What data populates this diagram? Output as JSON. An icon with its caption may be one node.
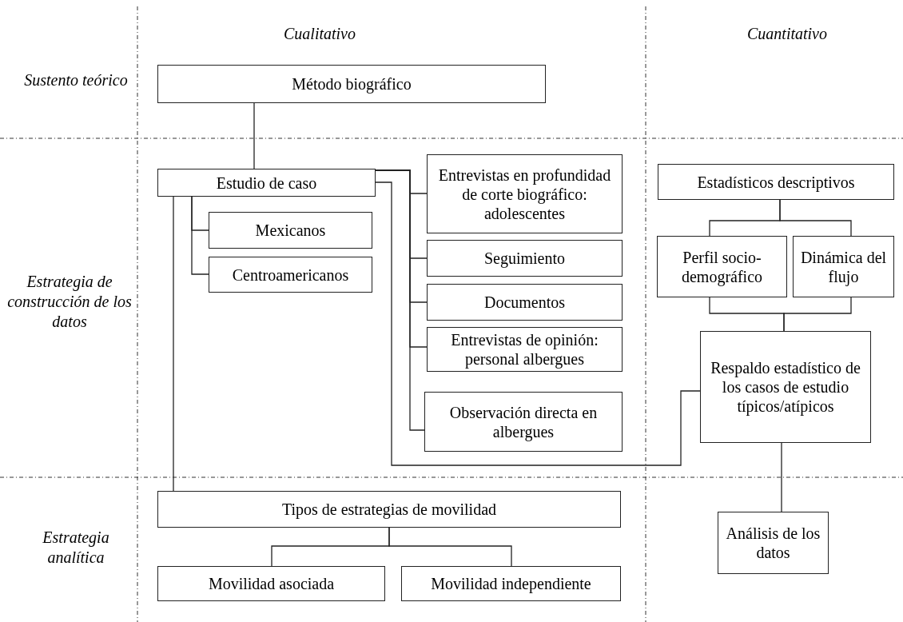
{
  "diagram": {
    "nodes": [
      {
        "text": [
          "Método biográfico"
        ]
      },
      {
        "text": [
          "Estudio de caso"
        ]
      },
      {
        "text": [
          "Entrevistas en profundidad de corte biográfico: adolescentes"
        ]
      },
      {
        "text": [
          "Estadísticos descriptivos"
        ]
      },
      {
        "text": [
          "Mexicanos"
        ]
      },
      {
        "text": [
          "Seguimiento"
        ]
      },
      {
        "text": [
          "Perfil socio-demográfico"
        ]
      },
      {
        "text": [
          "Dinámica del flujo"
        ]
      },
      {
        "text": [
          "Centroamericanos"
        ]
      },
      {
        "text": [
          "Documentos"
        ]
      },
      {
        "text": [
          "Entrevistas de opinión: personal albergues"
        ]
      },
      {
        "text": [
          "Respaldo estadístico de los casos de estudio típicos/atípicos"
        ]
      },
      {
        "text": [
          "Observación directa en albergues"
        ]
      },
      {
        "text": [
          "Tipos de estrategias de movilidad"
        ]
      },
      {
        "text": [
          "Análisis de los datos"
        ]
      },
      {
        "text": [
          "Movilidad asociada"
        ]
      },
      {
        "text": [
          "Movilidad independiente"
        ]
      }
    ],
    "edges": [
      {
        "from": 0,
        "to": 1,
        "arrow": "none"
      },
      {
        "from": 1,
        "to": 4,
        "arrow": "none"
      },
      {
        "from": 1,
        "to": 8,
        "arrow": "none"
      },
      {
        "from": 1,
        "to": 13,
        "arrow": "none"
      },
      {
        "from": 1,
        "to": 2,
        "arrow": "none"
      },
      {
        "from": 1,
        "to": 5,
        "arrow": "none"
      },
      {
        "from": 1,
        "to": 9,
        "arrow": "none"
      },
      {
        "from": 1,
        "to": 10,
        "arrow": "none"
      },
      {
        "from": 1,
        "to": 12,
        "arrow": "none"
      },
      {
        "from": 1,
        "to": 11,
        "arrow": "none"
      },
      {
        "from": 3,
        "to": 6,
        "arrow": "none"
      },
      {
        "from": 3,
        "to": 7,
        "arrow": "none"
      },
      {
        "from": 6,
        "to": 11,
        "arrow": "none"
      },
      {
        "from": 7,
        "to": 11,
        "arrow": "none"
      },
      {
        "from": 11,
        "to": 14,
        "arrow": "none"
      },
      {
        "from": 13,
        "to": 15,
        "arrow": "none"
      },
      {
        "from": 13,
        "to": 16,
        "arrow": "none"
      }
    ],
    "labels": [
      "Cualitativo",
      "Cuantitativo",
      "Sustento teórico",
      "Estrategia de construcción de los datos",
      "Estrategia analítica"
    ]
  }
}
